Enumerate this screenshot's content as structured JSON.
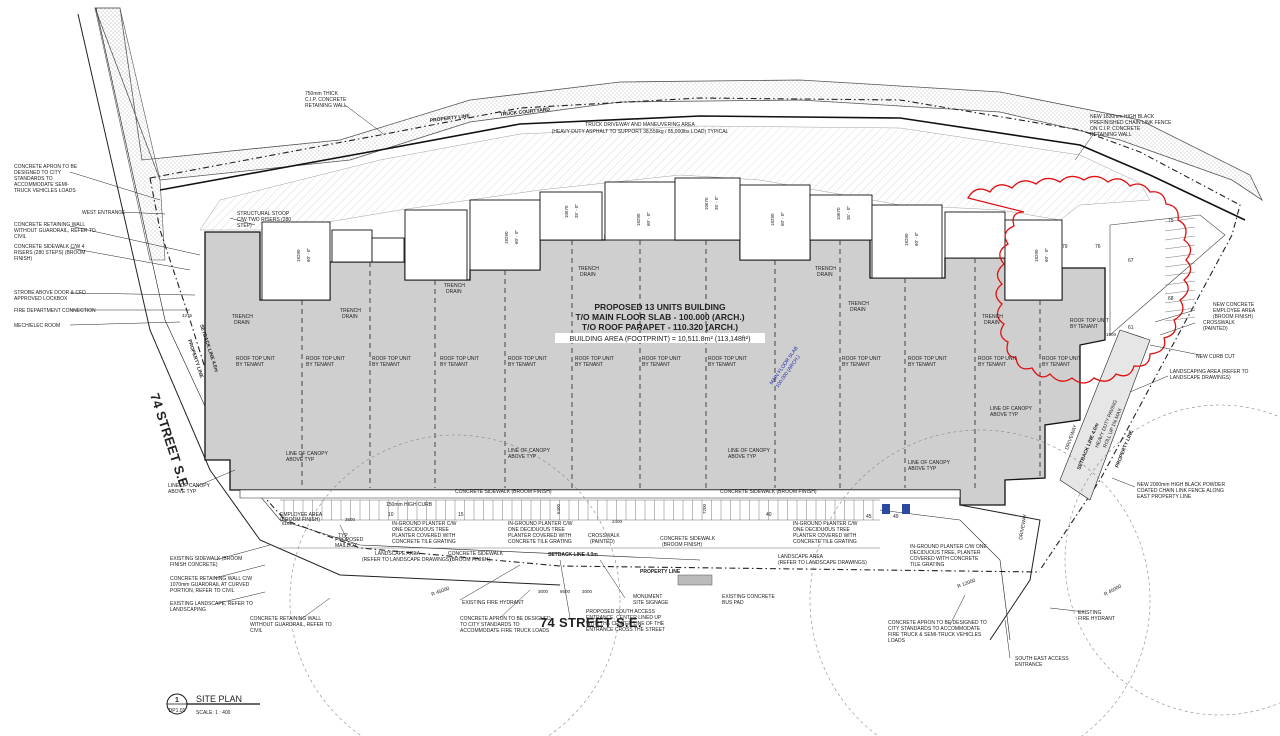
{
  "labels": {
    "truck_courtyard": "TRUCK COURTYARD",
    "property_line": "PROPERTY LINE",
    "truck_driveway_1": "TRUCK DRIVEWAY AND MANEUVERING AREA",
    "truck_driveway_2": "(HEAVY DUTY ASPHALT TO SUPPORT 38,556kg / 85,000lbs LOAD) TYPICAL",
    "retaining_wall_1": "750mm THICK",
    "retaining_wall_2": "C.I.P. CONCRETE",
    "retaining_wall_3": "RETAINING WALL",
    "fence_ne_1": "NEW 1830mm HIGH BLACK",
    "fence_ne_2": "PREFINISHED CHAIN LINK FENCE",
    "fence_ne_3": "ON C.I.P. CONCRETE",
    "fence_ne_4": "RETAINING WALL",
    "apron_nw_1": "CONCRETE APRON TO BE",
    "apron_nw_2": "DESIGNED TO CITY",
    "apron_nw_3": "STANDARDS TO",
    "apron_nw_4": "ACCOMMODATE SEMI-",
    "apron_nw_5": "TRUCK VEHICLES LOADS",
    "west_entrance": "WEST ENTRANCE",
    "crw_1": "CONCRETE RETAINING WALL",
    "crw_2": "WITHOUT GUARDRAIL, REFER TO",
    "crw_3": "CIVIL",
    "sidewalk_1": "CONCRETE SIDEWALK C/W 4",
    "sidewalk_2": "RISERS (280 STEPS) (BROOM",
    "sidewalk_3": "FINISH)",
    "stoop_1": "STRUCTURAL STOOP",
    "stoop_2": "C/W TWO RISERS (280",
    "stoop_3": "STEP)",
    "strobe": "STROBE ABOVE DOOR & CFD",
    "lockbox": "APPROVED LOCKBOX",
    "fire_dept": "FIRE DEPARTMENT CONNECTION",
    "mech": "MECH/ELEC ROOM",
    "title_1": "PROPOSED 13 UNITS BUILDING",
    "title_2": "T/O MAIN FLOOR SLAB - 100.000 (ARCH.)",
    "title_3": "T/O ROOF PARAPET - 110.320 (ARCH.)",
    "title_4": "BUILDING AREA (FOOTPRINT)  = 10,511.8m² (113,148ft²)",
    "main_floor_slab_1": "MAIN FLOOR SLAB",
    "main_floor_slab_2": "100.000 (ARCH.)",
    "trench_drain": "TRENCH",
    "drain": "DRAIN",
    "rtu_1": "ROOF TOP UNIT",
    "rtu_2": "BY TENANT",
    "canopy_1": "LINE OF CANOPY",
    "canopy_2": "ABOVE TYP",
    "employee_1": "NEW CONCRETE",
    "employee_2": "EMPLOYEE AREA",
    "employee_3": "(BROOM FINISH)",
    "crosswalk_painted": "CROSSWALK",
    "painted": "(PAINTED)",
    "new_curb_cut": "NEW CURB CUT",
    "landscape_e_1": "LANDSCAPING AREA (REFER TO",
    "landscape_e_2": "LANDSCAPE DRAWINGS)",
    "fence_e_1": "NEW 2000mm HIGH BLACK POWDER",
    "fence_e_2": "COATED CHAIN LINK FENCE ALONG",
    "fence_e_3": "EAST PROPERTY LINE",
    "street_w": "74 STREET S.E.",
    "street_s": "74 STREET S.E.",
    "setback": "SETBACK LINE 4.0m",
    "existing_sidewalk_1": "EXISTING SIDEWALK (BROOM",
    "existing_sidewalk_2": "FINISH CONCRETE)",
    "crw_curved_1": "CONCRETE RETAINING WALL C/W",
    "crw_curved_2": "1070mm GUARDRAIL AT CURVED",
    "crw_curved_3": "PORTION, REFER TO CIVIL",
    "existing_landscape_1": "EXISTING LANDSCAPE, REFER TO",
    "existing_landscape_2": "LANDSCAPING",
    "crw_s_1": "CONCRETE RETAINING WALL",
    "crw_s_2": "WITHOUT GUARDRAIL, REFER TO",
    "crw_s_3": "CIVIL",
    "mailbox_1": "PROPOSED",
    "mailbox_2": "MAILBOX",
    "typ": "TYP",
    "curb": "150mm HIGH CURB",
    "planter_1": "IN-GROUND PLANTER C/W",
    "planter_2": "ONE DECIDUOUS TREE",
    "planter_3": "PLANTER COVERED WITH",
    "planter_4": "CONCRETE TILE GRATING",
    "planter_r_1": "IN-GROUND PLANTER C/W ONE",
    "planter_r_2": "DECIDUOUS TREE, PLANTER",
    "planter_r_3": "COVERED WITH CONCRETE",
    "planter_r_4": "TILE GRATING",
    "landscape_s_1": "LANDSCAPE AREA",
    "landscape_s_2": "(REFER TO LANDSCAPE DRAWINGS)",
    "concrete_sidewalk_1": "CONCRETE SIDEWALK",
    "concrete_sidewalk_2": "(BROOM FINISH)",
    "concrete_sidewalk_strip": "CONCRETE SIDEWALK (BROOM FINISH)",
    "crosswalk_mid_1": "CROSSWALK",
    "crosswalk_mid_2": "(PAINTED)",
    "hydrant_w": "EXISTING FIRE HYDRANT",
    "monument_1": "MONUMENT",
    "monument_2": "SITE SIGNAGE",
    "apron_s_1": "CONCRETE APRON TO BE DESIGNED",
    "apron_s_2": "TO CITY STANDARDS TO",
    "apron_s_3": "ACCOMMODATE FIRE TRUCK LOADS",
    "south_access_1": "PROPOSED SOUTH ACCESS",
    "south_access_2": "ENTRANCE, CENTER LINED UP",
    "south_access_3": "WITH THE CENTER LINE OF THE",
    "south_access_4": "ENTRANCE CROSS THE STREET",
    "bus_pad_1": "EXISTING CONCRETE",
    "bus_pad_2": "BUS PAD",
    "apron_se_1": "CONCRETE APRON TO BE DESIGNED TO",
    "apron_se_2": "CITY STANDARDS TO ACCOMMODATE",
    "apron_se_3": "FIRE TRUCK & SEMI-TRUCK VEHICLES",
    "apron_se_4": "LOADS",
    "se_access_1": "SOUTH EAST ACCESS",
    "se_access_2": "ENTRANCE",
    "hydrant_e_1": "EXISTING",
    "hydrant_e_2": "FIRE HYDRANT",
    "heavy_duty_1": "HEAVY DUTY PAVING",
    "heavy_duty_2": "ROLL UP 1% MAX",
    "driveway": "DRIVEWAY",
    "radius": "R 45000",
    "radius_b": "R 12000",
    "view_number": "1",
    "sheet_ref": "DP1.01",
    "view_title": "SITE PLAN",
    "scale": "SCALE: 1 : 400",
    "dim_18290": "18290",
    "dim_60": "60' - 0\"",
    "dim_10670": "10670",
    "dim_35": "35' - 0\"",
    "dim_6400": "6400",
    "dim_3000": "3000",
    "dim_8600": "8600",
    "dim_2400": "2400",
    "dim_7200": "7200",
    "dim_3600": "3600",
    "dim_5161": "5161",
    "dim_1500": "1500",
    "dim_4276": "4276",
    "stall_10": "10",
    "stall_15": "15",
    "stall_40": "40",
    "stall_45": "45",
    "stall_49": "49",
    "stall_61": "61",
    "stall_67": "67",
    "stall_68": "68",
    "stall_75": "75",
    "stall_79": "79",
    "stall_76": "76"
  }
}
